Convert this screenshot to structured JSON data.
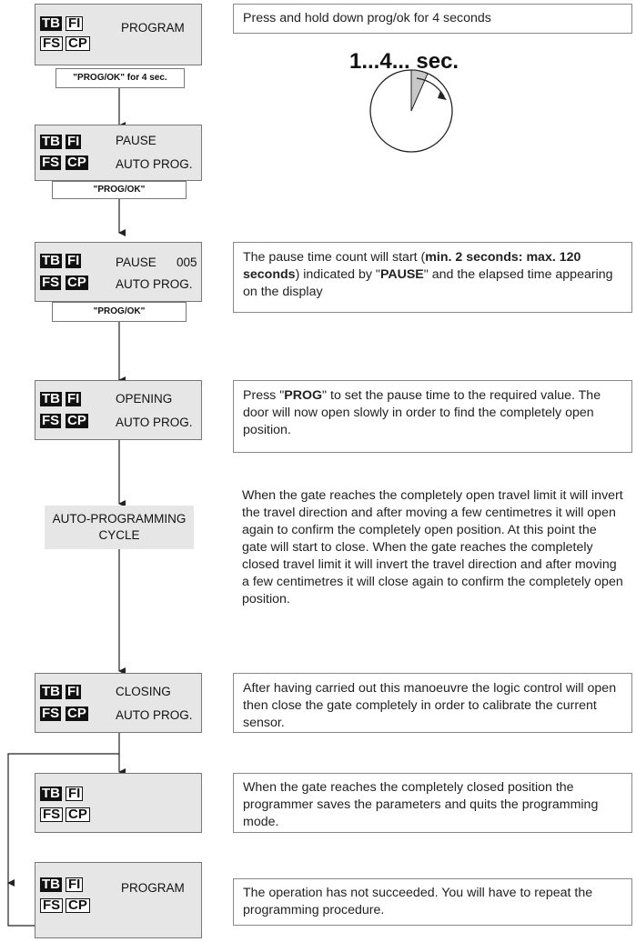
{
  "indicators": {
    "tb": "TB",
    "fi": "FI",
    "fs": "FS",
    "cp": "CP"
  },
  "steps": {
    "s1": {
      "label": "PROGRAM",
      "command": "\"PROG/OK\" for 4 sec.",
      "desc": "Press and hold down prog/ok for 4 seconds"
    },
    "timer": {
      "label": "1...4... sec."
    },
    "s2": {
      "line1": "PAUSE",
      "line2": "AUTO PROG.",
      "command": "\"PROG/OK\""
    },
    "s3": {
      "line1": "PAUSE",
      "count": "005",
      "line2": "AUTO PROG.",
      "command": "\"PROG/OK\"",
      "desc_a": "The pause time count will start (",
      "desc_b": "min. 2 seconds: max. 120 seconds",
      "desc_c": ") indicated by \"",
      "desc_d": "PAUSE",
      "desc_e": "\" and the elapsed time appearing on the display"
    },
    "s4": {
      "line1": "OPENING",
      "line2": "AUTO PROG.",
      "desc_a": "Press \"",
      "desc_b": "PROG",
      "desc_c": "\" to set the pause time to the required value. The door will now open slowly in order to find the completely open position."
    },
    "cycle": {
      "label": "AUTO-PROGRAMMING CYCLE",
      "desc": "When the gate reaches the completely open travel limit it will invert the travel direction and after moving a few centimetres it will open again to confirm the completely open position. At this point the gate will start to close. When the gate reaches the completely closed travel limit it will invert the travel direction and after moving a few centimetres it will close again to confirm the completely open position."
    },
    "s5": {
      "line1": "CLOSING",
      "line2": "AUTO PROG.",
      "desc": "After having carried out this manoeuvre the logic control will open then close the gate completely in order to calibrate the current sensor."
    },
    "s6": {
      "desc": "When the gate reaches the completely closed position the programmer saves the parameters and quits the programming mode."
    },
    "s7": {
      "label": "PROGRAM",
      "desc": "The operation has not succeeded. You will have to repeat the programming procedure."
    }
  }
}
